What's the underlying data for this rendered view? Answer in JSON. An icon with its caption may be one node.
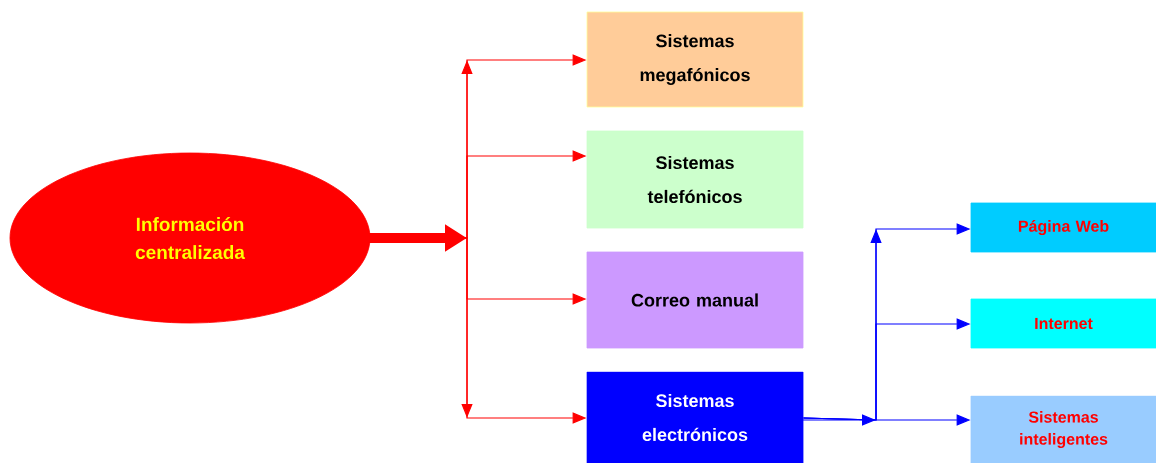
{
  "diagram": {
    "nodes": [
      {
        "text": [
          "Información centralizada"
        ]
      },
      {
        "text": [
          "Sistemas megafónicos"
        ]
      },
      {
        "text": [
          "Sistemas telefónicos"
        ]
      },
      {
        "text": [
          "Correo manual"
        ]
      },
      {
        "text": [
          "Sistemas electrónicos"
        ]
      },
      {
        "text": [
          "Página Web"
        ]
      },
      {
        "text": [
          "Internet"
        ]
      },
      {
        "text": [
          "Sistemas inteligentes"
        ]
      }
    ],
    "edges": [
      {
        "from": 0,
        "to": 1,
        "arrow": "to"
      },
      {
        "from": 0,
        "to": 2,
        "arrow": "to"
      },
      {
        "from": 0,
        "to": 3,
        "arrow": "to"
      },
      {
        "from": 0,
        "to": 4,
        "arrow": "to"
      },
      {
        "from": 4,
        "to": 5,
        "arrow": "to",
        "color": "#0000ff"
      },
      {
        "from": 4,
        "to": 6,
        "arrow": "to",
        "color": "#0000ff"
      },
      {
        "from": 4,
        "to": 7,
        "arrow": "to",
        "color": "#0000ff"
      }
    ]
  }
}
